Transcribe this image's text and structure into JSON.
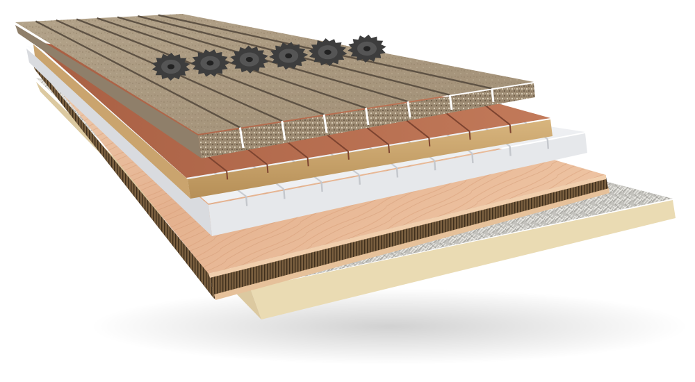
{
  "image": {
    "background": "#ffffff"
  },
  "layers": [
    {
      "name": "wood-wool-board",
      "top_color": "#c9c8c3",
      "edge_color": "#eadbb3"
    },
    {
      "name": "honeycomb-core-plywood-panel",
      "top_color": "#e8b996",
      "edge_color": "#6e5538"
    },
    {
      "name": "white-foam-board",
      "top_color": "#f3f4f6",
      "edge_color": "#e3e5e8"
    },
    {
      "name": "mdf-board",
      "top_color": "#b46c4f",
      "edge_color": "#caa46e"
    },
    {
      "name": "particle-board",
      "top_color": "#a9987f",
      "edge_color": "#8f7f6a"
    }
  ],
  "saw_blades": {
    "count": 6,
    "color": "#3d3d3d",
    "icon": "saw-blade-icon"
  },
  "grooves": {
    "particle_board_count": 7,
    "mdf_count": 8,
    "foam_count": 9
  }
}
